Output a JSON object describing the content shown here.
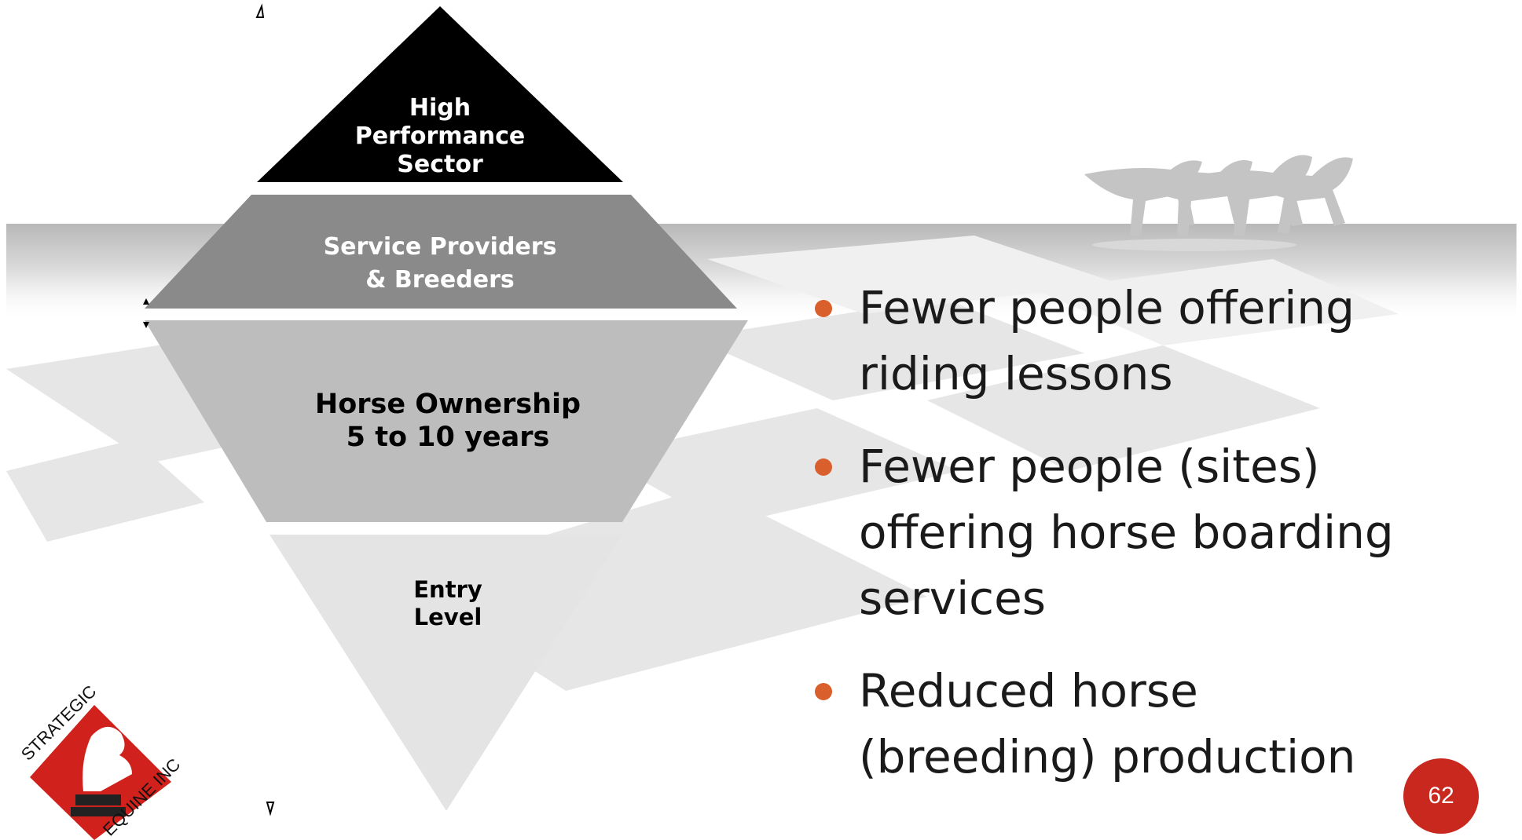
{
  "pyramid": {
    "tiers": [
      {
        "name": "high-performance",
        "lines": [
          "High",
          "Performance",
          "Sector"
        ],
        "color": "#000000",
        "text_color": "#ffffff"
      },
      {
        "name": "service-providers",
        "lines": [
          "Service Providers",
          "& Breeders"
        ],
        "color": "#8a8a8a",
        "text_color": "#ffffff"
      },
      {
        "name": "horse-ownership",
        "lines": [
          "Horse Ownership",
          "5 to 10 years"
        ],
        "color": "#bdbdbd",
        "text_color": "#000000"
      },
      {
        "name": "entry-level",
        "lines": [
          "Entry",
          "Level"
        ],
        "color": "#e4e4e4",
        "text_color": "#000000"
      }
    ]
  },
  "bullets": [
    {
      "text": "Fewer people offering riding lessons"
    },
    {
      "text": "Fewer people (sites) offering horse boarding services"
    },
    {
      "text": "Reduced horse (breeding) production"
    }
  ],
  "colors": {
    "bullet_dot": "#d95f2c",
    "page_badge": "#c8281e",
    "logo_red": "#d0211c"
  },
  "logo": {
    "top_text": "STRATEGIC",
    "bottom_text": "EQUINE INC"
  },
  "decorations": {
    "horses_icon": "running-horses-icon",
    "logo_icon": "knight-chess-piece-icon"
  },
  "page_number": "62"
}
